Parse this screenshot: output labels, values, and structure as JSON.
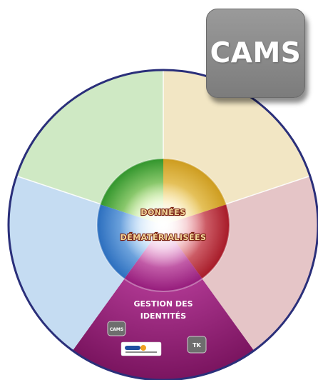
{
  "center": {
    "line1": "DONNÉES",
    "line2": "DÉMATÉRIALISÉES"
  },
  "segment": {
    "title_line1": "GESTION DES",
    "title_line2": "IDENTITÉS"
  },
  "apps": {
    "cams_small": "CAMS",
    "tk": "TK"
  },
  "cams_tile": {
    "label": "CAMS"
  },
  "colors": {
    "green": "#cfe9c4",
    "yellow": "#f2e6c4",
    "pink": "#e5c5c7",
    "blue": "#c5dcf2",
    "purple": "#8c1a6c",
    "ring": "#2a2f7a"
  }
}
